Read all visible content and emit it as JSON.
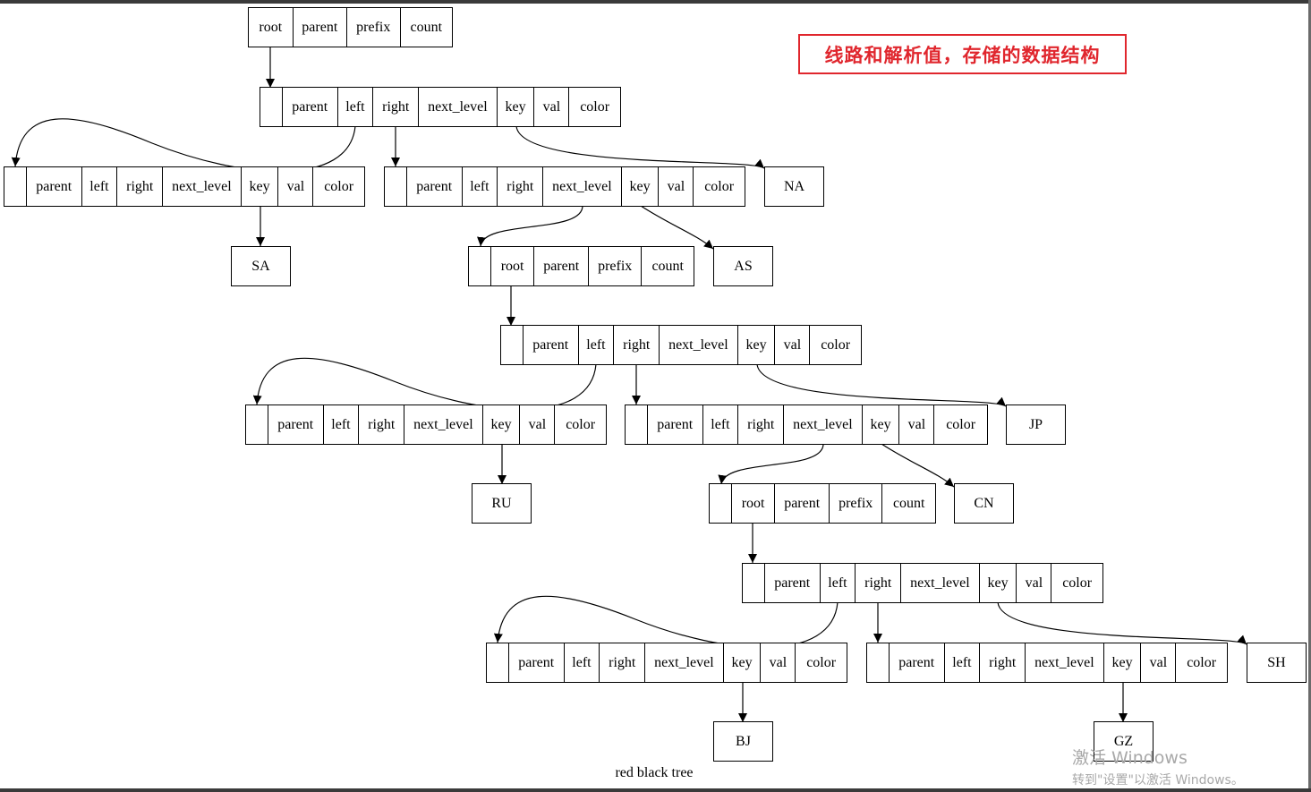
{
  "title_annotation": "线路和解析值，存储的数据结构",
  "caption": "red black tree",
  "watermark": {
    "line1": "激活 Windows",
    "line2": "转到\"设置\"以激活 Windows。"
  },
  "tree_node_fields": [
    "",
    "parent",
    "left",
    "right",
    "next_level",
    "key",
    "val",
    "color"
  ],
  "level_root_fields": [
    "root",
    "parent",
    "prefix",
    "count"
  ],
  "level_root_fields_nested": [
    "",
    "root",
    "parent",
    "prefix",
    "count"
  ],
  "keys": {
    "na": "NA",
    "sa": "SA",
    "as": "AS",
    "jp": "JP",
    "ru": "RU",
    "cn": "CN",
    "sh": "SH",
    "bj": "BJ",
    "gz": "GZ"
  },
  "colors": {
    "annotation_red": "#e0262d",
    "line": "#000000"
  }
}
